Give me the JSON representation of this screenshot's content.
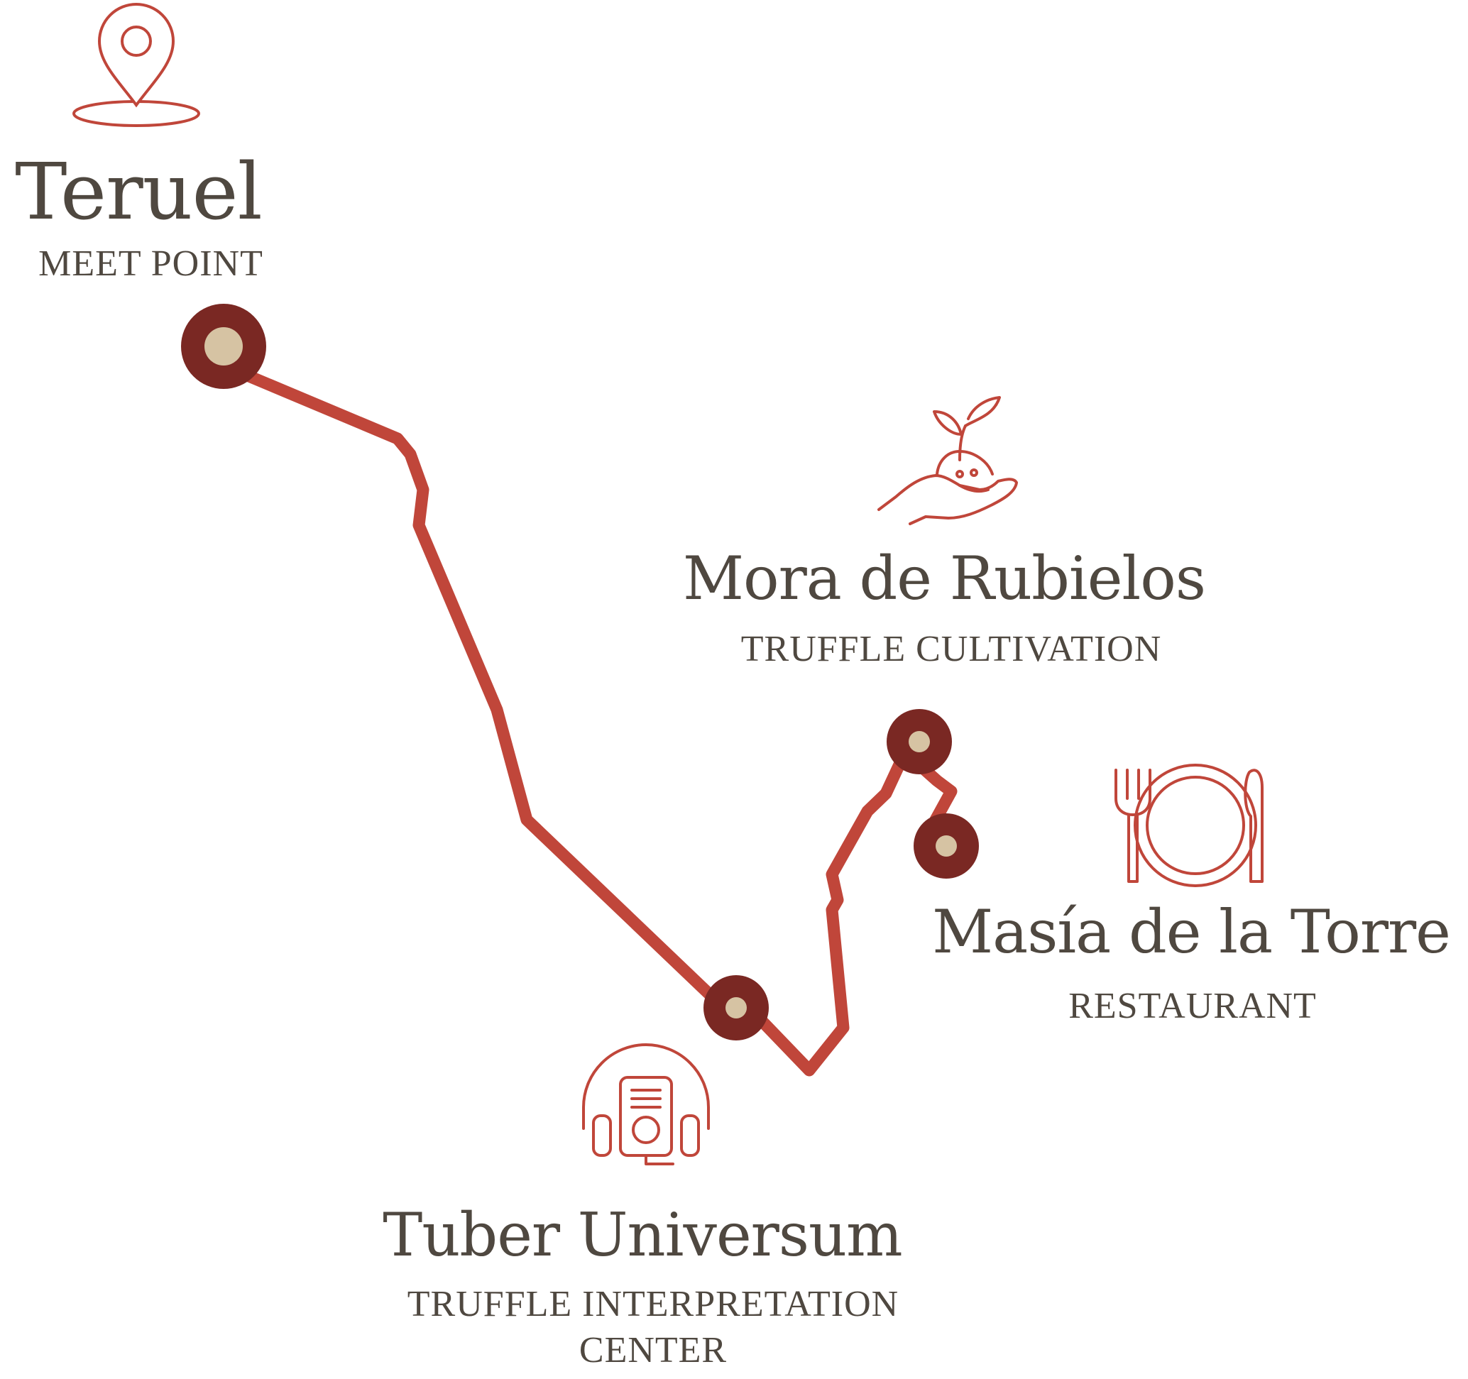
{
  "colors": {
    "route": "#c0463a",
    "stop_outer": "#7a2823",
    "stop_inner": "#d6c3a3",
    "icon": "#c0463a",
    "text": "#4f4840"
  },
  "stops": [
    {
      "id": "teruel",
      "name": "Teruel",
      "subtitle": "MEET POINT",
      "icon": "map-pin-icon"
    },
    {
      "id": "mora",
      "name": "Mora de Rubielos",
      "subtitle": "TRUFFLE CULTIVATION",
      "icon": "seedling-hand-icon"
    },
    {
      "id": "masia",
      "name": "Masía de la Torre",
      "subtitle": "RESTAURANT",
      "icon": "plate-cutlery-icon"
    },
    {
      "id": "tuber",
      "name": "Tuber Universum",
      "subtitle_line1": "TRUFFLE INTERPRETATION",
      "subtitle_line2": "CENTER",
      "icon": "audio-guide-icon"
    }
  ]
}
